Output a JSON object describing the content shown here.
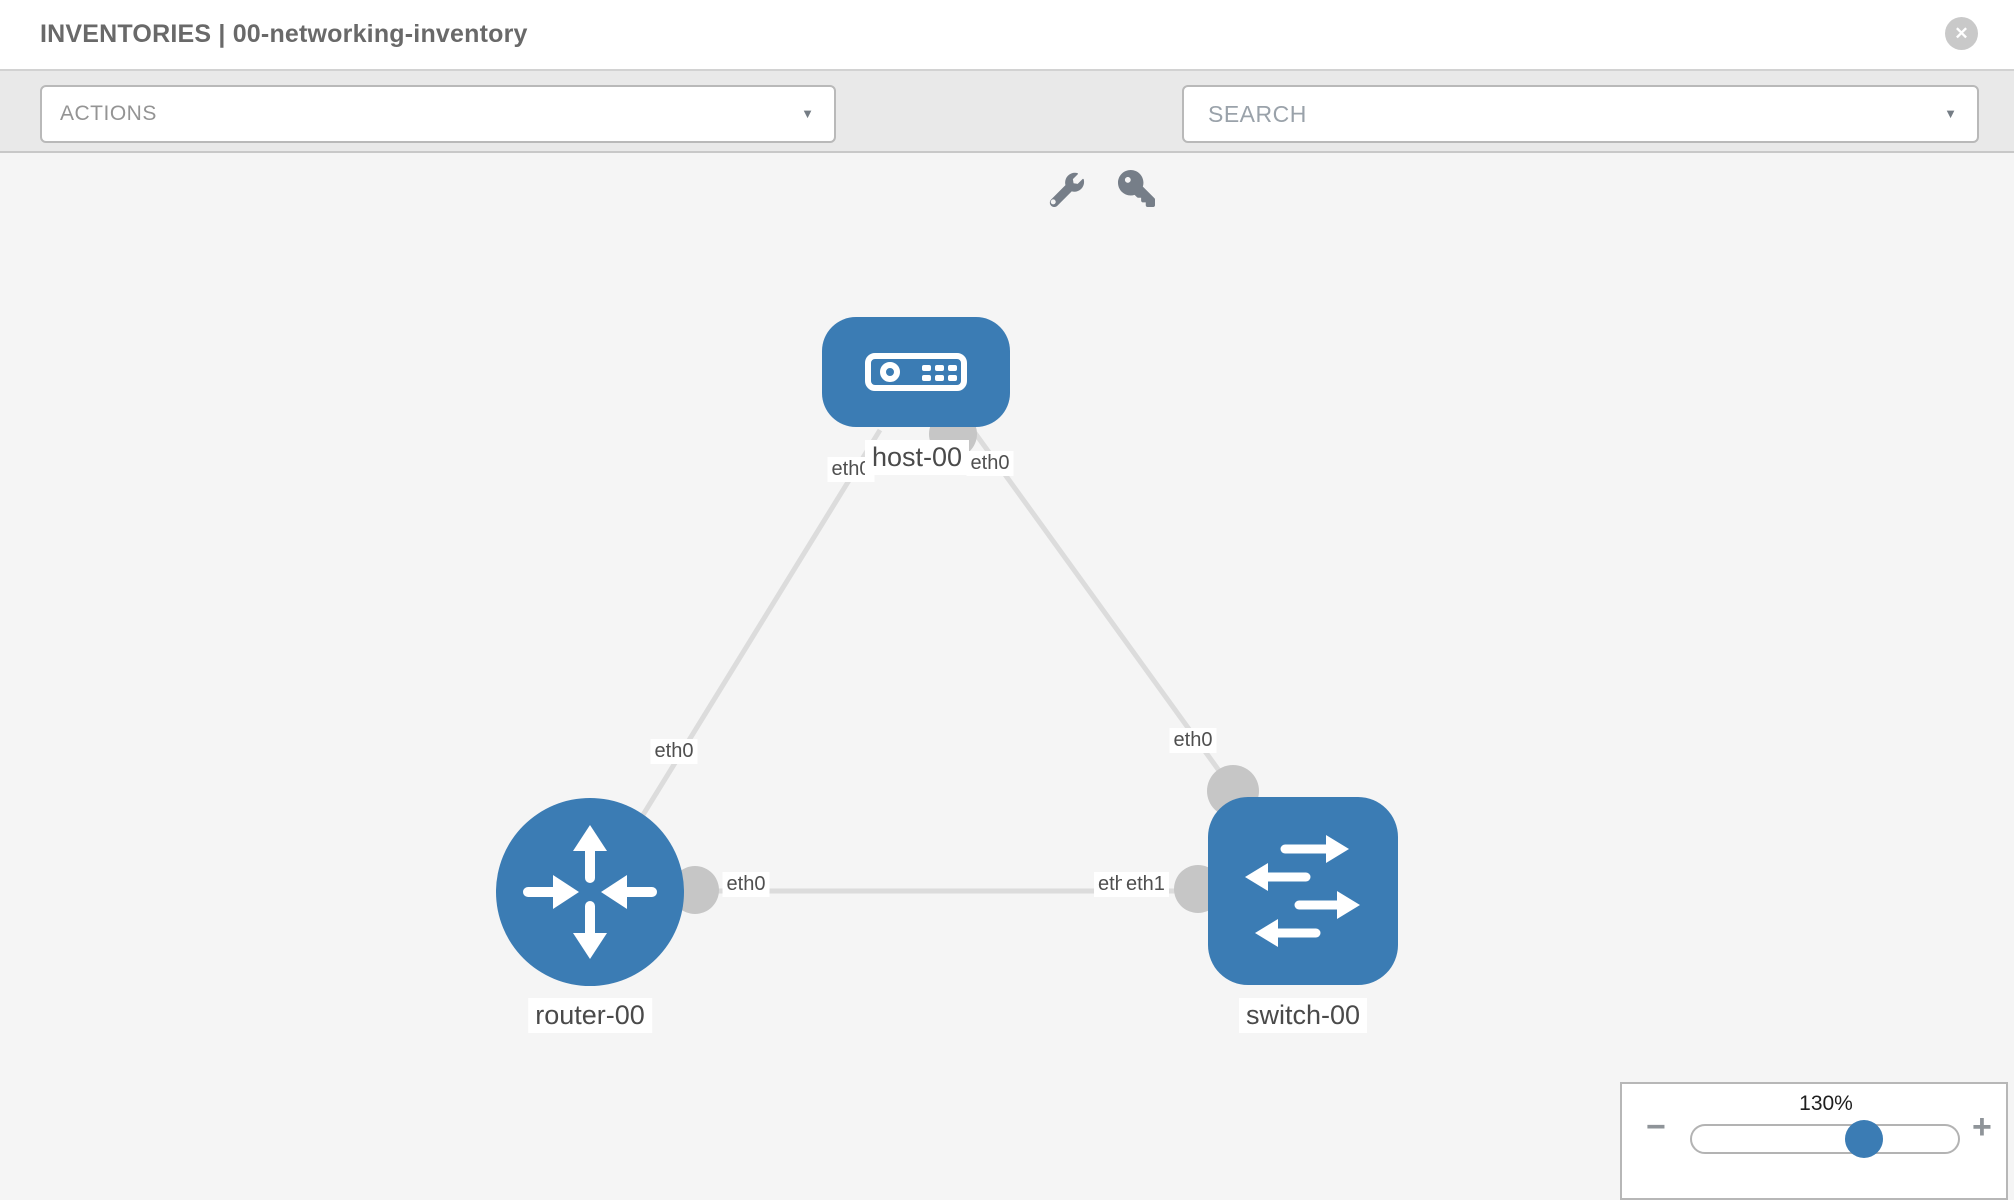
{
  "window": {
    "title": "INVENTORIES | 00-networking-inventory"
  },
  "icons": {
    "close": "✕",
    "caret": "▼",
    "minus": "−",
    "plus": "+"
  },
  "toolbar": {
    "actions_dropdown": {
      "value": "ACTIONS"
    },
    "tool_buttons": [
      {
        "icon": "wrench"
      },
      {
        "icon": "key"
      }
    ],
    "search_dropdown": {
      "placeholder": "SEARCH"
    }
  },
  "topology": {
    "nodes": [
      {
        "name": "host-00",
        "device_type": "host"
      },
      {
        "name": "router-00",
        "device_type": "router"
      },
      {
        "name": "switch-00",
        "device_type": "switch"
      }
    ],
    "links": [
      {
        "source": "host-00",
        "source_interface": "eth0",
        "target": "router-00",
        "target_interface": "eth0"
      },
      {
        "source": "host-00",
        "source_interface": "eth0",
        "target": "switch-00",
        "target_interface": "eth0"
      },
      {
        "source": "router-00",
        "source_interface": "eth0",
        "target": "switch-00",
        "target_interface": "eth1"
      }
    ],
    "interface_labels": [
      "eth0",
      "eth0",
      "eth0",
      "eth0",
      "eth0",
      "eth0",
      "eth1"
    ]
  },
  "zoom_control": {
    "level": "130%"
  },
  "colors": {
    "node_fill": "#3b7cb4",
    "link_stroke": "#dcdcdc",
    "port_fill": "#c6c6c6",
    "toolbar_bg": "#e9e9e9",
    "canvas_bg": "#f5f5f5"
  }
}
